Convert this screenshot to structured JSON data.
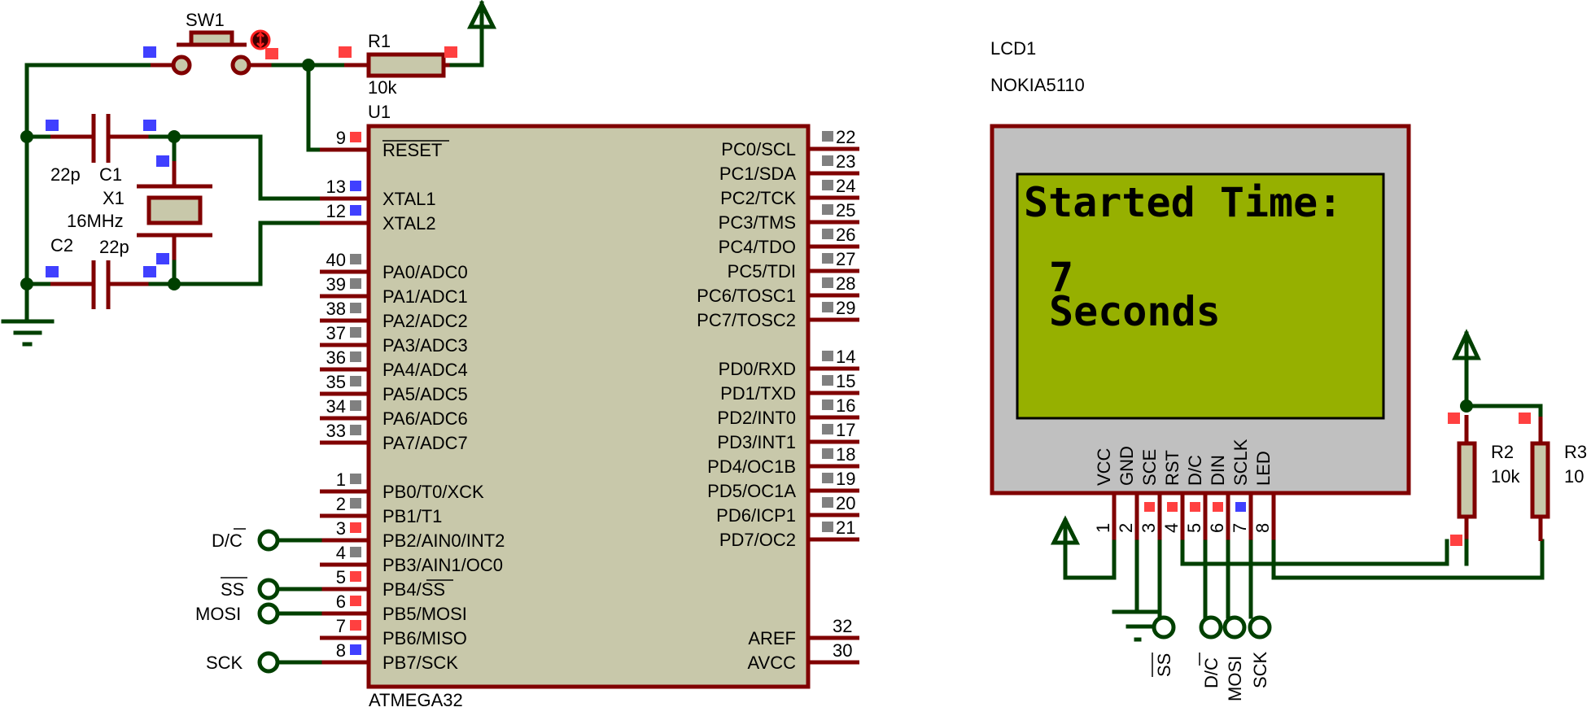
{
  "colors": {
    "wire": "#004000",
    "pin": "#800000",
    "component_body": "#c8c8aa",
    "lcd_bezel": "#c0c0c0",
    "lcd_screen": "#96b000",
    "marker_high": "#ff4040",
    "marker_low": "#4040ff",
    "marker_float": "#808080"
  },
  "components": {
    "sw1": {
      "ref": "SW1"
    },
    "r1": {
      "ref": "R1",
      "value": "10k"
    },
    "c1": {
      "ref": "C1",
      "value": "22p"
    },
    "c2": {
      "ref": "C2",
      "value": "22p"
    },
    "x1": {
      "ref": "X1",
      "value": "16MHz"
    },
    "u1": {
      "ref": "U1",
      "part": "ATMEGA32"
    },
    "lcd1": {
      "ref": "LCD1",
      "part": "NOKIA5110"
    },
    "r2": {
      "ref": "R2",
      "value": "10k"
    },
    "r3": {
      "ref": "R3",
      "value": "10"
    }
  },
  "mcu": {
    "left_top": [
      {
        "num": "9",
        "name": "RESET",
        "overbar": true,
        "state": "high"
      },
      {
        "num": "13",
        "name": "XTAL1",
        "state": "low"
      },
      {
        "num": "12",
        "name": "XTAL2",
        "state": "low"
      }
    ],
    "left_pa": [
      {
        "num": "40",
        "name": "PA0/ADC0",
        "state": "float"
      },
      {
        "num": "39",
        "name": "PA1/ADC1",
        "state": "float"
      },
      {
        "num": "38",
        "name": "PA2/ADC2",
        "state": "float"
      },
      {
        "num": "37",
        "name": "PA3/ADC3",
        "state": "float"
      },
      {
        "num": "36",
        "name": "PA4/ADC4",
        "state": "float"
      },
      {
        "num": "35",
        "name": "PA5/ADC5",
        "state": "float"
      },
      {
        "num": "34",
        "name": "PA6/ADC6",
        "state": "float"
      },
      {
        "num": "33",
        "name": "PA7/ADC7",
        "state": "float"
      }
    ],
    "left_pb": [
      {
        "num": "1",
        "name": "PB0/T0/XCK",
        "state": "float"
      },
      {
        "num": "2",
        "name": "PB1/T1",
        "state": "float"
      },
      {
        "num": "3",
        "name": "PB2/AIN0/INT2",
        "state": "high"
      },
      {
        "num": "4",
        "name": "PB3/AIN1/OC0",
        "state": "float"
      },
      {
        "num": "5",
        "name": "PB4/SS",
        "state": "high"
      },
      {
        "num": "6",
        "name": "PB5/MOSI",
        "state": "high"
      },
      {
        "num": "7",
        "name": "PB6/MISO",
        "state": "high"
      },
      {
        "num": "8",
        "name": "PB7/SCK",
        "state": "low"
      }
    ],
    "right_pc": [
      {
        "num": "22",
        "name": "PC0/SCL"
      },
      {
        "num": "23",
        "name": "PC1/SDA"
      },
      {
        "num": "24",
        "name": "PC2/TCK"
      },
      {
        "num": "25",
        "name": "PC3/TMS"
      },
      {
        "num": "26",
        "name": "PC4/TDO"
      },
      {
        "num": "27",
        "name": "PC5/TDI"
      },
      {
        "num": "28",
        "name": "PC6/TOSC1"
      },
      {
        "num": "29",
        "name": "PC7/TOSC2"
      }
    ],
    "right_pd": [
      {
        "num": "14",
        "name": "PD0/RXD"
      },
      {
        "num": "15",
        "name": "PD1/TXD"
      },
      {
        "num": "16",
        "name": "PD2/INT0"
      },
      {
        "num": "17",
        "name": "PD3/INT1"
      },
      {
        "num": "18",
        "name": "PD4/OC1B"
      },
      {
        "num": "19",
        "name": "PD5/OC1A"
      },
      {
        "num": "20",
        "name": "PD6/ICP1"
      },
      {
        "num": "21",
        "name": "PD7/OC2"
      }
    ],
    "right_analog": [
      {
        "num": "32",
        "name": "AREF"
      },
      {
        "num": "30",
        "name": "AVCC"
      }
    ]
  },
  "mcu_terminals": {
    "dc": "D/C",
    "ss": "SS",
    "mosi": "MOSI",
    "sck": "SCK"
  },
  "lcd": {
    "line1": "Started Time:",
    "line2": "7",
    "line3": "Seconds",
    "pins": [
      {
        "num": "1",
        "name": "VCC",
        "state": "none"
      },
      {
        "num": "2",
        "name": "GND",
        "state": "none"
      },
      {
        "num": "3",
        "name": "SCE",
        "state": "high"
      },
      {
        "num": "4",
        "name": "RST",
        "state": "high"
      },
      {
        "num": "5",
        "name": "D/C",
        "state": "high"
      },
      {
        "num": "6",
        "name": "DIN",
        "state": "high"
      },
      {
        "num": "7",
        "name": "SCLK",
        "state": "low"
      },
      {
        "num": "8",
        "name": "LED",
        "state": "none"
      }
    ]
  },
  "lcd_terminals": {
    "ss": "SS",
    "dc": "D/C",
    "mosi": "MOSI",
    "sck": "SCK"
  },
  "icons": {
    "power": "power-rail-arrow-icon",
    "ground": "ground-icon",
    "switch_actuator": "switch-toggle-icon"
  }
}
